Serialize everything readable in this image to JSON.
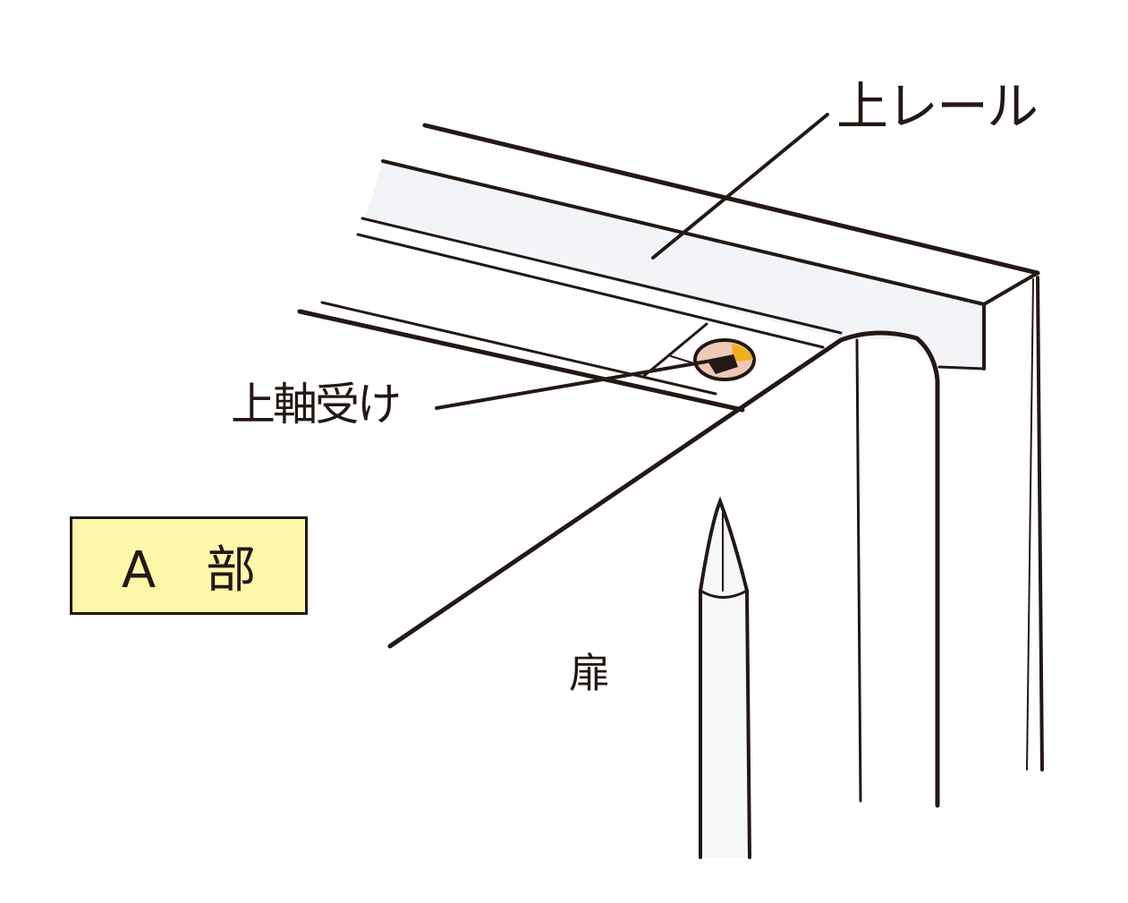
{
  "labels": {
    "upper_rail": "上レール",
    "upper_bearing": "上軸受け",
    "door": "扉",
    "section": "A　部"
  },
  "colors": {
    "line": "#231815",
    "label_box": "#fef7aa",
    "rail_fill": "#f2f4f7",
    "bearing_pink": "#f0c8b8",
    "bearing_yellow": "#f0b020"
  },
  "icons": [
    "screwdriver-icon"
  ]
}
